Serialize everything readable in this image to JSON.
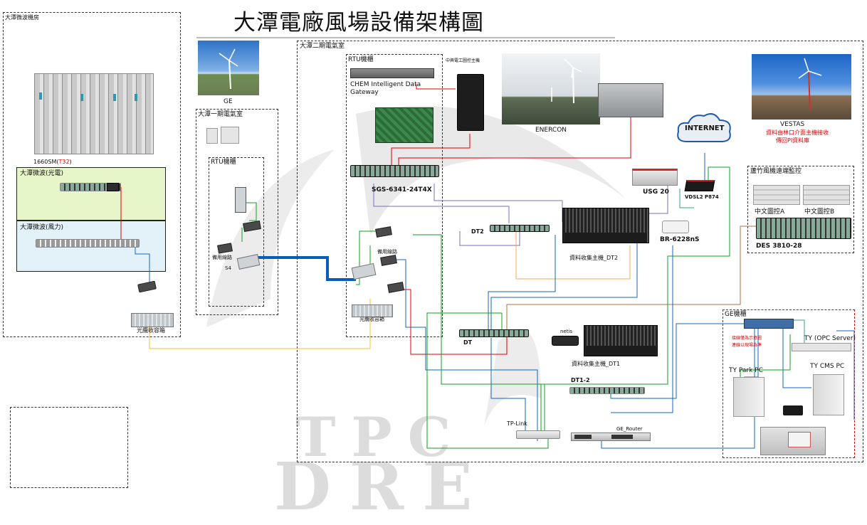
{
  "title": "大潭電廠風場設備架構圖",
  "zones": {
    "microwave_room": "大潭微波機房",
    "fiber_zone": "大潭微波(光電)",
    "wind_zone": "大潭微波(風力)",
    "phase1_room": "大潭一期電氣室",
    "phase2_room": "大潭二期電氣室",
    "rtu_room_left": "RTU機櫃",
    "rtu_room_right": "RTU機櫃",
    "remote_zone": "蘆竹風機遠端監控",
    "ge_cabinet": "GE機櫃"
  },
  "labels": {
    "sm1660": "1660SM(",
    "sm1660_red": "T32",
    "sm1660_close": ")",
    "fiber_box_left": "光纜收容箱",
    "fiber_box_right": "光纜收容箱",
    "backup_line_left": "備用線路",
    "backup_line_right": "備用線路",
    "s4": "S4",
    "ge_photo": "GE",
    "chem_gateway": "CHEM Intelligent Data Gateway",
    "control_host": "中興電工圖控主機",
    "sgs_switch": "SGS-6341-24T4X",
    "dt2": "DT2",
    "dt": "DT",
    "dt1_2": "DT1-2",
    "enercon": "ENERCON",
    "vestas": "VESTAS",
    "vestas_note1": "資料由林口介面主機接收",
    "vestas_note2": "傳回PI資料庫",
    "internet": "INTERNET",
    "usg20": "USG 20",
    "vdsl": "VDSL2 P874",
    "br_router": "BR-6228nS",
    "data_host_dt2": "資料收集主機_DT2",
    "data_host_dt1": "資料收集主機_DT1",
    "netis": "netis",
    "tplink": "TP-Link",
    "ge_router": "GE_Router",
    "chinese_ctrl_a": "中文圖控A",
    "chinese_ctrl_b": "中文圖控B",
    "des_switch": "DES 3810-28",
    "ty_opc": "TY (OPC Server)",
    "ty_park": "TY Park PC",
    "ty_cms": "TY CMS PC",
    "ge_note1": "接線僅為示意圖",
    "ge_note2": "連線以現場為準"
  },
  "watermark": {
    "line1": "TPC",
    "line2": "DRE"
  },
  "colors": {
    "red_link": "#e00000",
    "blue_link": "#1565c0",
    "green_link": "#10a020",
    "purple_link": "#7a6fc0",
    "orange_link": "#f0a860",
    "yellow_link": "#f0c030",
    "brown_link": "#b07040",
    "teal_link": "#30a090",
    "heavy_link": "#0a5db5"
  }
}
